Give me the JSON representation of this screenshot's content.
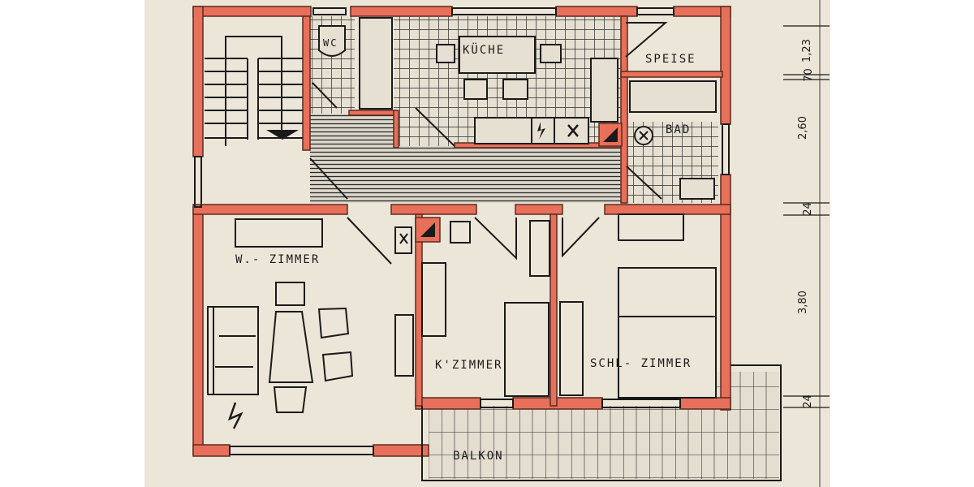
{
  "plan": {
    "type": "hand-drawn floor plan",
    "colors": {
      "paper": "#ece6d8",
      "wall": "#e8705a",
      "wall_edge": "#5a2a20",
      "ink": "#1a1a1a",
      "tile": "#2a2a2a"
    },
    "rooms": {
      "wc": "WC",
      "kueche": "KÜCHE",
      "speise": "SPEISE",
      "bad": "BAD",
      "wohnzimmer": "W.- ZIMMER",
      "kinderzimmer": "K'ZIMMER",
      "schlafzimmer": "SCHL- ZIMMER",
      "balkon": "BALKON"
    },
    "dimensions": {
      "d1": "1,23",
      "d2": "70",
      "d3": "2,60",
      "d4": "24",
      "d5": "3,80",
      "d6": "24"
    },
    "symbols": {
      "stairs_arrow": "down-arrow",
      "stove_sign": "lightning",
      "sink_sign": "x-mark",
      "chimney": "flue"
    }
  }
}
